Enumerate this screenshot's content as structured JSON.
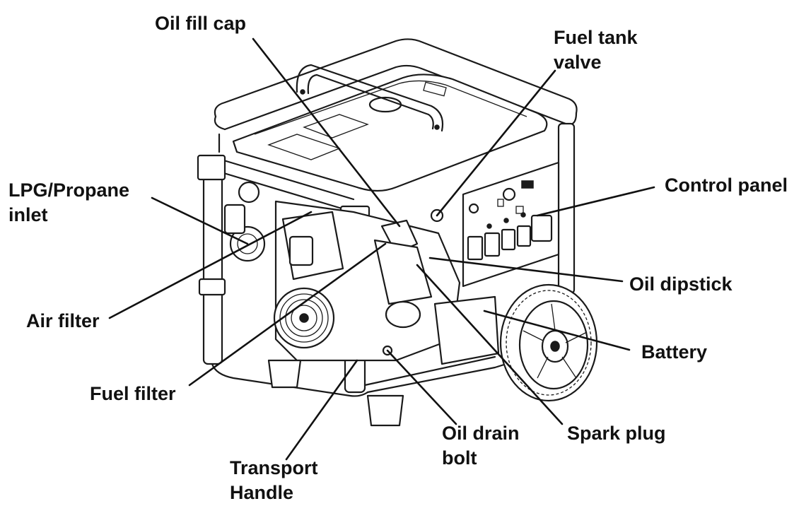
{
  "labels": {
    "oil_fill_cap": "Oil fill cap",
    "fuel_tank_valve": [
      "Fuel tank",
      "valve"
    ],
    "lpg_propane_inlet": [
      "LPG/Propane",
      "inlet"
    ],
    "control_panel": "Control panel",
    "air_filter": "Air filter",
    "oil_dipstick": "Oil dipstick",
    "battery": "Battery",
    "fuel_filter": "Fuel filter",
    "oil_drain_bolt": [
      "Oil drain",
      "bolt"
    ],
    "spark_plug": "Spark plug",
    "transport_handle": [
      "Transport",
      "Handle"
    ]
  }
}
